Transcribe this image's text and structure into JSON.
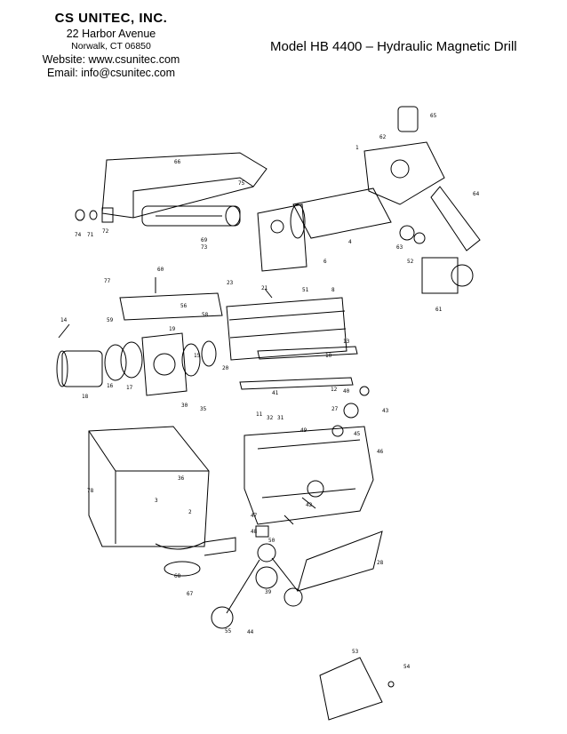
{
  "header": {
    "company": "CS UNITEC, INC.",
    "address": "22 Harbor Avenue",
    "city": "Norwalk, CT 06850",
    "website": "Website: www.csunitec.com",
    "email": "Email: info@csunitec.com"
  },
  "title": "Model HB 4400 – Hydraulic Magnetic Drill",
  "diagram": {
    "part_labels": [
      "65",
      "62",
      "1",
      "64",
      "63",
      "52",
      "61",
      "66",
      "75",
      "73",
      "72",
      "71",
      "74",
      "69",
      "4",
      "6",
      "60",
      "77",
      "56",
      "59",
      "23",
      "51",
      "8",
      "58",
      "14",
      "19",
      "18",
      "16",
      "17",
      "15",
      "20",
      "21",
      "30",
      "35",
      "13",
      "10",
      "12",
      "41",
      "40",
      "43",
      "11",
      "31",
      "32",
      "49",
      "27",
      "45",
      "46",
      "36",
      "78",
      "3",
      "2",
      "44",
      "39",
      "47",
      "48",
      "42",
      "50",
      "67",
      "68",
      "28",
      "53",
      "54",
      "55"
    ]
  }
}
